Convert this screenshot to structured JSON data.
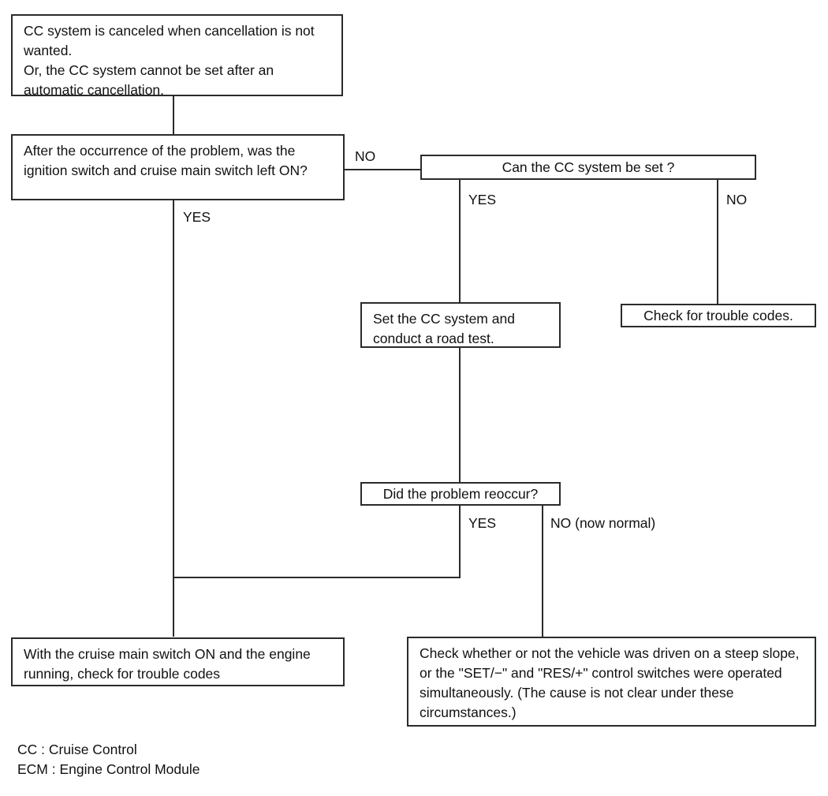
{
  "diagram": {
    "title": "Cruise Control cancellation troubleshooting flowchart",
    "line_color": "#2b2b2b",
    "background": "#ffffff"
  },
  "nodes": {
    "symptom": "CC system is canceled when cancellation is not wanted.\nOr, the CC system cannot be set after an automatic cancellation.",
    "question_ignition": "After the occurrence of the problem, was the ignition switch and cruise main switch left ON?",
    "question_can_set": "Can the CC system be set ?",
    "action_set_and_road_test": "Set the CC system and conduct a road test.",
    "action_check_codes": "Check for trouble codes.",
    "question_reoccur": "Did the problem reoccur?",
    "action_cruise_on_check_codes": "With the cruise main switch ON and the engine running, check for trouble codes",
    "action_steep_slope": "Check whether or not the vehicle was driven on a steep slope, or the \"SET/−\" and \"RES/+\" control switches were operated simultaneously. (The cause is not clear under these circumstances.)"
  },
  "edge_labels": {
    "ignition_no": "NO",
    "ignition_yes": "YES",
    "can_set_yes": "YES",
    "can_set_no": "NO",
    "reoccur_yes": "YES",
    "reoccur_no": "NO (now normal)"
  },
  "legend": {
    "lines": "CC : Cruise Control\nECM : Engine Control Module"
  }
}
